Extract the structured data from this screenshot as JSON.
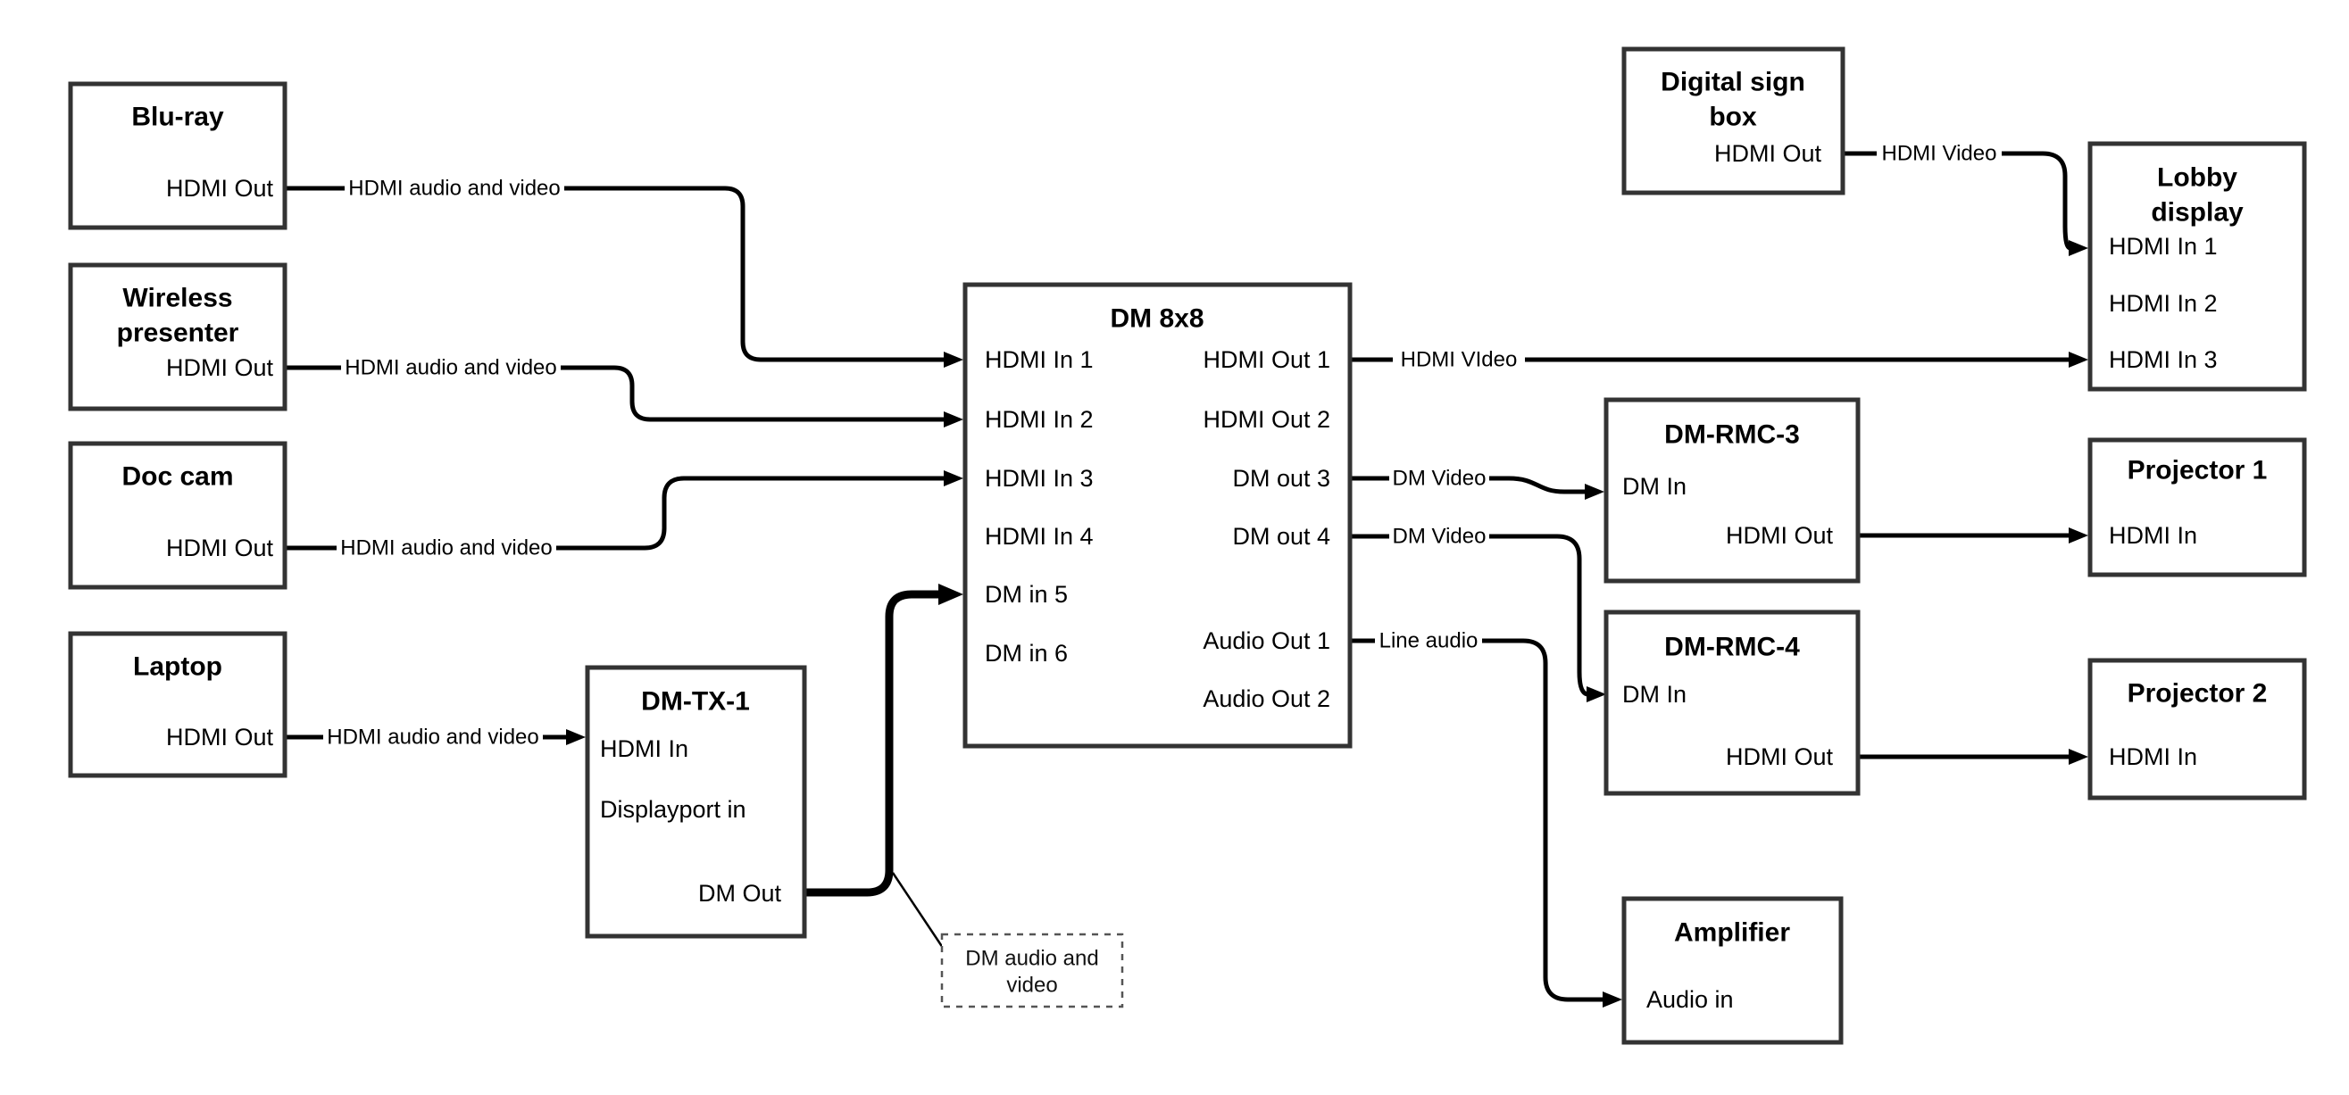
{
  "colors": {
    "background": "#ffffff",
    "box_border": "#333333",
    "line": "#000000",
    "text": "#000000"
  },
  "nodes": {
    "bluray": {
      "title": "Blu-ray",
      "hdmi_out": "HDMI Out"
    },
    "wireless_presenter": {
      "title_line1": "Wireless",
      "title_line2": "presenter",
      "hdmi_out": "HDMI Out"
    },
    "doc_cam": {
      "title": "Doc cam",
      "hdmi_out": "HDMI Out"
    },
    "laptop": {
      "title": "Laptop",
      "hdmi_out": "HDMI Out"
    },
    "dm_tx_1": {
      "title": "DM-TX-1",
      "hdmi_in": "HDMI In",
      "displayport_in": "Displayport in",
      "dm_out": "DM Out"
    },
    "dm_8x8": {
      "title": "DM 8x8",
      "inputs": [
        "HDMI In 1",
        "HDMI In 2",
        "HDMI In 3",
        "HDMI In 4",
        "DM in 5",
        "DM in 6"
      ],
      "outputs": [
        "HDMI Out 1",
        "HDMI Out 2",
        "DM out 3",
        "DM out 4",
        "Audio Out 1",
        "Audio Out 2"
      ]
    },
    "digital_sign_box": {
      "title_line1": "Digital sign",
      "title_line2": "box",
      "hdmi_out": "HDMI Out"
    },
    "lobby_display": {
      "title_line1": "Lobby",
      "title_line2": "display",
      "inputs": [
        "HDMI In 1",
        "HDMI In 2",
        "HDMI In 3"
      ]
    },
    "dm_rmc_3": {
      "title": "DM-RMC-3",
      "dm_in": "DM In",
      "hdmi_out": "HDMI Out"
    },
    "projector_1": {
      "title": "Projector 1",
      "hdmi_in": "HDMI In"
    },
    "dm_rmc_4": {
      "title": "DM-RMC-4",
      "dm_in": "DM In",
      "hdmi_out": "HDMI Out"
    },
    "projector_2": {
      "title": "Projector 2",
      "hdmi_in": "HDMI In"
    },
    "amplifier": {
      "title": "Amplifier",
      "audio_in": "Audio in"
    }
  },
  "edge_labels": {
    "bluray_to_dm8x8": "HDMI audio and video",
    "wireless_to_dm8x8": "HDMI audio and video",
    "doccam_to_dm8x8": "HDMI audio and video",
    "laptop_to_dmtx1": "HDMI audio and video",
    "hdmiout1_to_lobby": "HDMI VIdeo",
    "dmout3_to_rmc3": "DM Video",
    "dmout4_to_rmc4": "DM Video",
    "audioout1_to_amplifier": "Line audio",
    "sign_to_lobby": "HDMI Video",
    "callout_line1": "DM audio and",
    "callout_line2": "video"
  }
}
